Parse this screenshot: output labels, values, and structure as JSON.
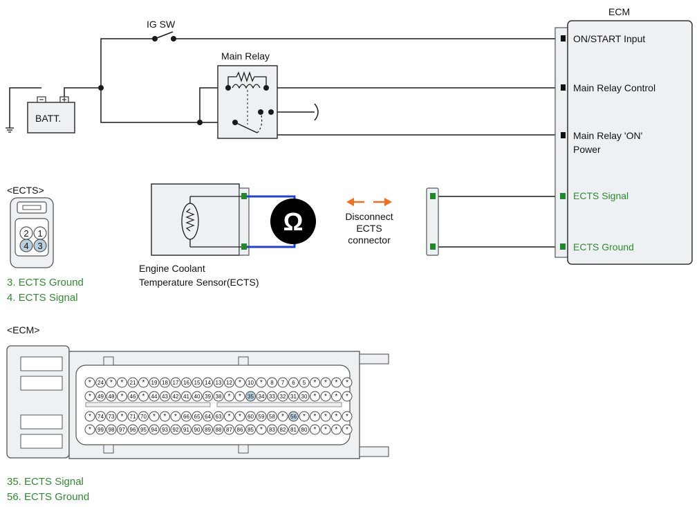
{
  "colors": {
    "wire": "#1a1a1a",
    "signal_green": "#2e8b2e",
    "terminal_green": "#1f8a2a",
    "harness_blue": "#1f3fd6",
    "arrow_orange": "#f07020",
    "box_fill": "#eef1f4",
    "highlight_pin": "#b8d0e0"
  },
  "labels": {
    "ig_sw": "IG SW",
    "main_relay": "Main Relay",
    "batt": "BATT.",
    "ecm": "ECM",
    "ects_connector_title": "<ECTS>",
    "ecm_connector_title": "<ECM>",
    "sensor_name_line1": "Engine Coolant",
    "sensor_name_line2": "Temperature Sensor(ECTS)",
    "ohm_symbol": "Ω",
    "disconnect_line1": "Disconnect",
    "disconnect_line2": "ECTS",
    "disconnect_line3": "connector"
  },
  "ecm_inputs": [
    {
      "label": "ON/START Input",
      "color": "dark"
    },
    {
      "label": "Main Relay Control",
      "color": "dark"
    },
    {
      "label": "Main Relay 'ON'",
      "color": "dark"
    },
    {
      "label": "Power",
      "color": "dark"
    },
    {
      "label": "ECTS Signal",
      "color": "green"
    },
    {
      "label": "ECTS Ground",
      "color": "green"
    }
  ],
  "ects_pins": {
    "top": [
      "2",
      "1"
    ],
    "bottom": [
      "4",
      "3"
    ]
  },
  "ects_legend": [
    "3. ECTS Ground",
    "4. ECTS Signal"
  ],
  "ecm_legend": [
    "35. ECTS Signal",
    "56. ECTS Ground"
  ],
  "ecm_pin_rows": [
    [
      "*",
      "24",
      "*",
      "*",
      "21",
      "*",
      "19",
      "18",
      "17",
      "16",
      "15",
      "14",
      "13",
      "12",
      "*",
      "10",
      "*",
      "8",
      "7",
      "6",
      "5",
      "*",
      "*",
      "*",
      "*"
    ],
    [
      "*",
      "49",
      "48",
      "*",
      "46",
      "*",
      "44",
      "43",
      "42",
      "41",
      "40",
      "39",
      "38",
      "*",
      "*",
      "35",
      "34",
      "33",
      "32",
      "31",
      "30",
      "*",
      "*",
      "*",
      "*"
    ],
    [
      "*",
      "74",
      "73",
      "*",
      "71",
      "70",
      "*",
      "*",
      "*",
      "66",
      "65",
      "64",
      "63",
      "*",
      "*",
      "60",
      "59",
      "58",
      "*",
      "56",
      "*",
      "*",
      "*",
      "*",
      "*"
    ],
    [
      "*",
      "99",
      "98",
      "97",
      "96",
      "95",
      "94",
      "93",
      "92",
      "91",
      "90",
      "89",
      "88",
      "87",
      "86",
      "85",
      "*",
      "83",
      "82",
      "81",
      "80",
      "*",
      "*",
      "*",
      "*"
    ]
  ],
  "highlighted_pins": [
    "35",
    "56"
  ]
}
